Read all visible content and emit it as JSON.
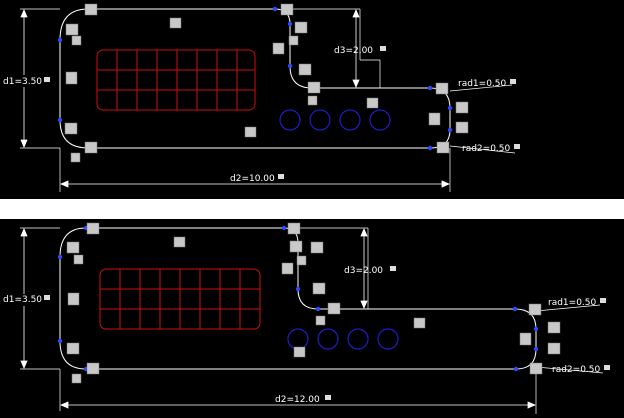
{
  "top": {
    "dims": {
      "d1": "d1=3.50",
      "d2": "d2=10.00",
      "d3": "d3=2.00",
      "rad1": "rad1=0.50",
      "rad2": "rad2=0.50"
    }
  },
  "bottom": {
    "dims": {
      "d1": "d1=3.50",
      "d2": "d2=12.00",
      "d3": "d3=2.00",
      "rad1": "rad1=0.50",
      "rad2": "rad2=0.50"
    }
  },
  "icons": {
    "tangent": "tangent-constraint-icon",
    "fix": "fix-constraint-icon",
    "horizontal": "horizontal-constraint-icon",
    "vertical": "vertical-constraint-icon",
    "lock": "lock-icon"
  },
  "colors": {
    "background": "#000000",
    "outline": "#ffffff",
    "grid": "#cc1010",
    "holes": "#1e1ec8",
    "grip": "#2a4cff",
    "constraint_badge": "#c8c8c8"
  }
}
